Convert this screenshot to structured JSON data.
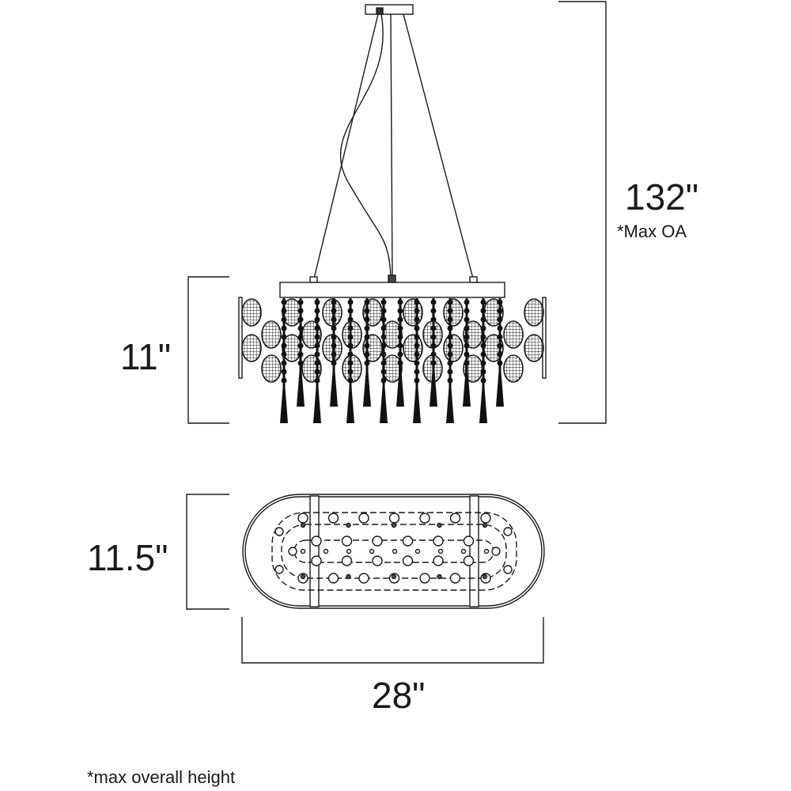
{
  "dimensions": {
    "overall_height": "132\"",
    "overall_height_note": "*Max OA",
    "body_height": "11\"",
    "depth": "11.5\"",
    "width": "28\""
  },
  "footnote": "*max overall height",
  "colors": {
    "line": "#1a1a1a",
    "background": "#ffffff"
  }
}
